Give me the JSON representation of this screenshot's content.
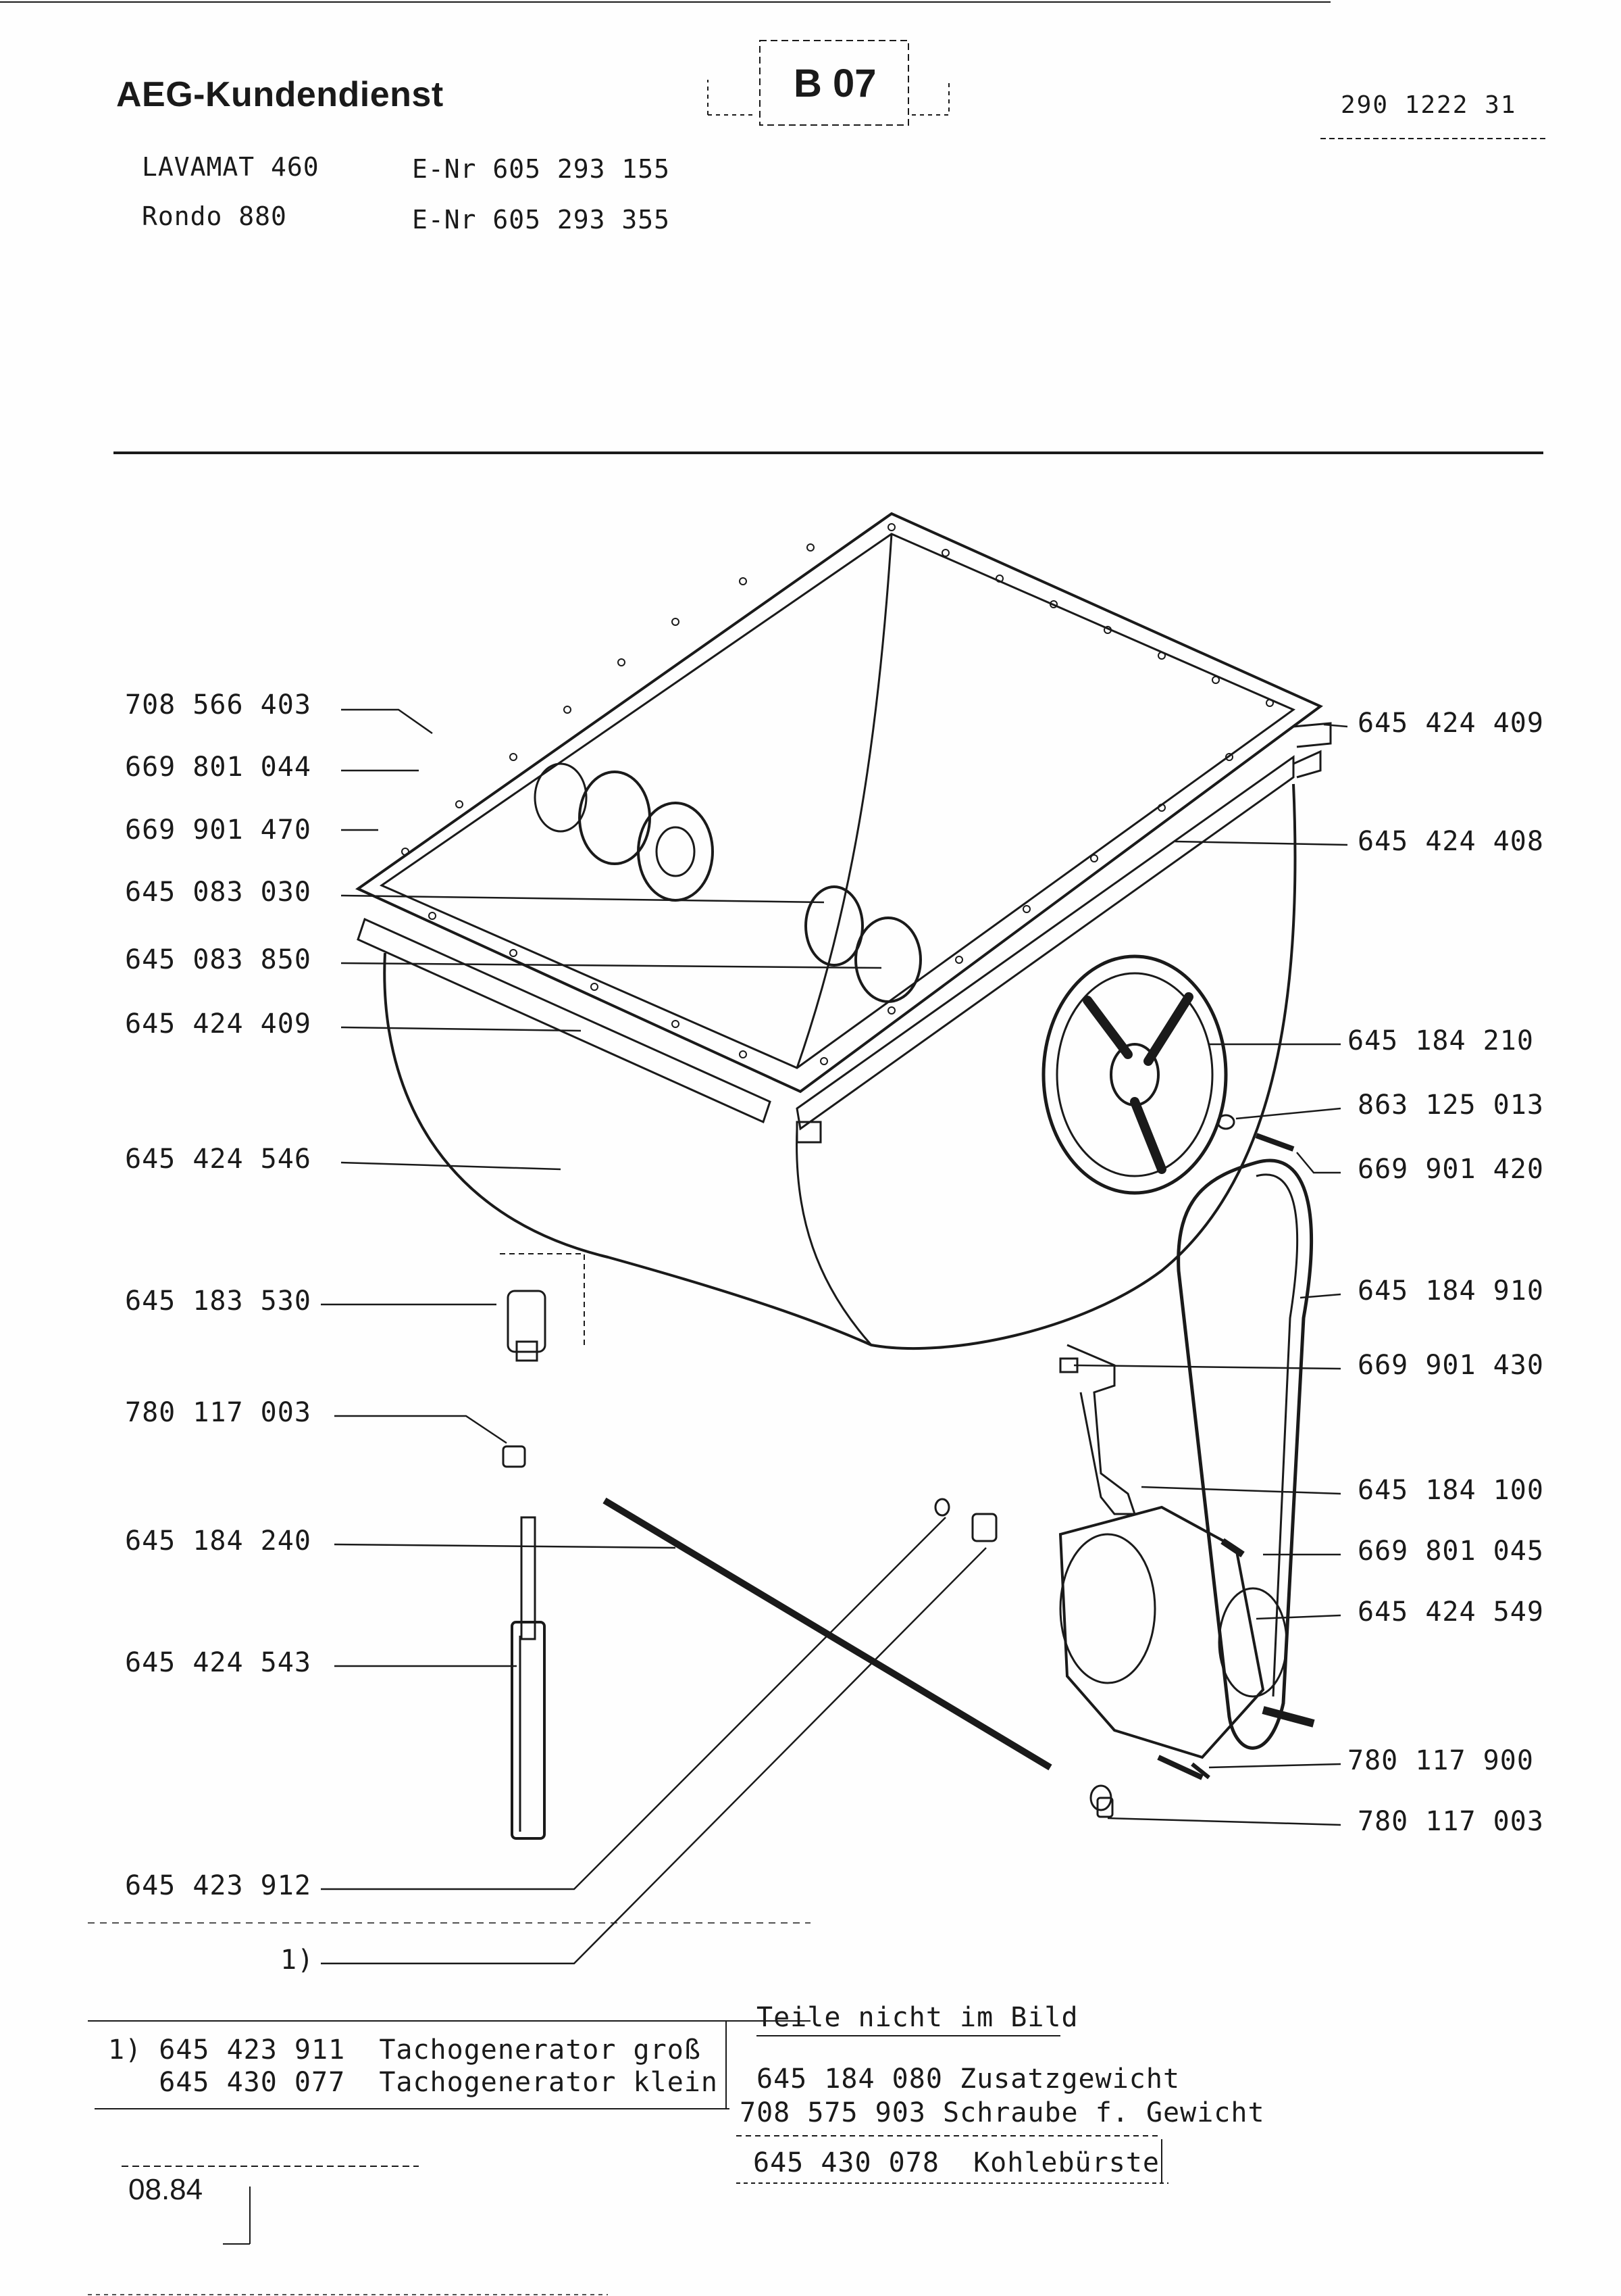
{
  "header": {
    "title": "AEG-Kundendienst",
    "page_code": "B 07",
    "document_number": "290 1222 31"
  },
  "models": [
    {
      "name": "LAVAMAT 460",
      "enr": "E-Nr 605 293 155"
    },
    {
      "name": "Rondo 880",
      "enr": "E-Nr 605 293 355"
    }
  ],
  "callouts_left": [
    "708 566 403",
    "669 801 044",
    "669 901 470",
    "645 083 030",
    "645 083 850",
    "645 424 409",
    "645 424 546",
    "645 183 530",
    "780 117 003",
    "645 184 240",
    "645 424 543",
    "645 423 912",
    "1)"
  ],
  "callouts_right": [
    "645 424 409",
    "645 424 408",
    "645 184 210",
    "863 125 013",
    "669 901 420",
    "645 184 910",
    "669 901 430",
    "645 184 100",
    "669 801 045",
    "645 424 549",
    "780 117 900",
    "780 117 003"
  ],
  "footnote": {
    "lines": [
      "1) 645 423 911  Tachogenerator groß",
      "   645 430 077  Tachogenerator klein"
    ]
  },
  "parts_not_shown": {
    "heading": "Teile nicht im Bild",
    "items": [
      "645 184 080 Zusatzgewicht",
      "708 575 903 Schraube f. Gewicht",
      "645 430 078  Kohlebürste"
    ]
  },
  "date": "08.84"
}
